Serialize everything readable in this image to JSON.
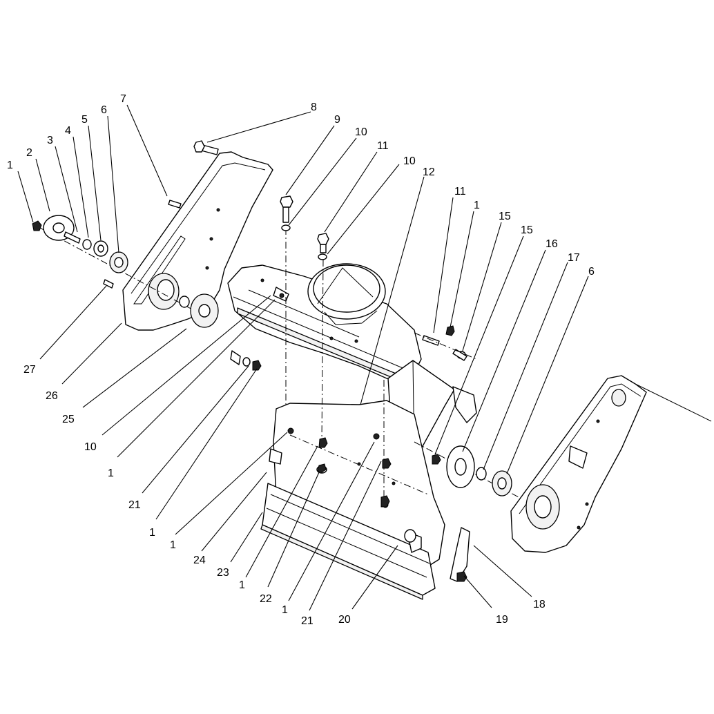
{
  "figure": {
    "callouts": [
      "1",
      "2",
      "3",
      "4",
      "5",
      "6",
      "7",
      "8",
      "9",
      "10",
      "11",
      "10",
      "12",
      "11",
      "1",
      "15",
      "15",
      "16",
      "17",
      "6",
      "27",
      "26",
      "25",
      "10",
      "1",
      "21",
      "1",
      "1",
      "24",
      "23",
      "1",
      "22",
      "1",
      "21",
      "20",
      "19",
      "18"
    ]
  }
}
